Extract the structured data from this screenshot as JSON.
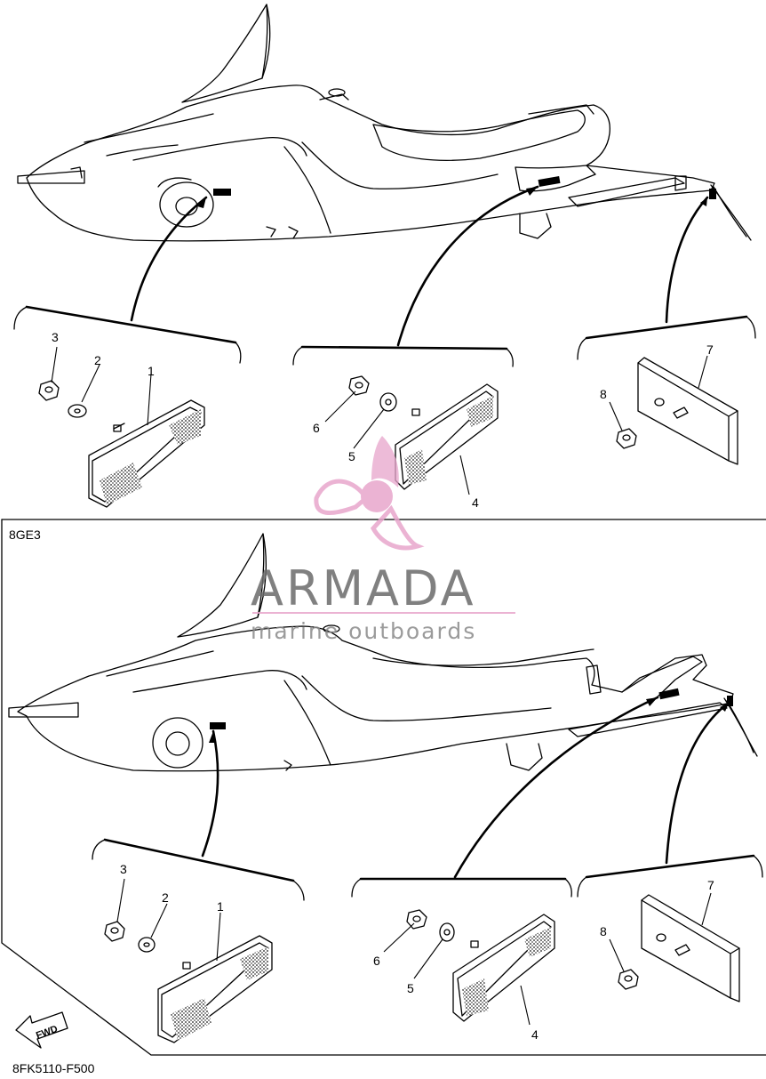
{
  "header": {
    "variant_code": "8GE3"
  },
  "footer": {
    "diagram_code": "8FK5110-F500",
    "direction_label": "FWD"
  },
  "watermark": {
    "brand": "ARMADA",
    "tagline": "marine outboards",
    "accent_color": "#e8a6cc",
    "icon": "propeller-icon"
  },
  "callouts": {
    "part1": "1",
    "part2": "2",
    "part3": "3",
    "part4": "4",
    "part5": "5",
    "part6": "6",
    "part7": "7",
    "part8": "8"
  },
  "colors": {
    "line": "#000000",
    "background": "#ffffff",
    "reflector_hatch": "#7a7a7a"
  }
}
